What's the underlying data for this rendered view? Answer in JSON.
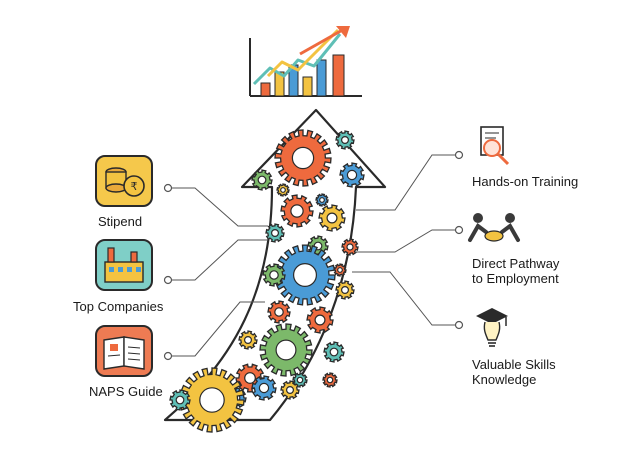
{
  "left_items": [
    {
      "label": "Stipend",
      "icon": "coin-stack-icon",
      "color": "#F5C84B"
    },
    {
      "label": "Top Companies",
      "icon": "factory-icon",
      "color": "#7FCFC7"
    },
    {
      "label": "NAPS Guide",
      "icon": "open-book-icon",
      "color": "#EE7B53"
    }
  ],
  "right_items": [
    {
      "label": "Hands-on Training",
      "icon": "magnifier-document-icon"
    },
    {
      "label": "Direct Pathway\nto Employment",
      "icon": "handshake-icon"
    },
    {
      "label": "Valuable Skills\nKnowledge",
      "icon": "graduation-lightbulb-icon"
    }
  ],
  "top_icon": "growth-chart-icon",
  "colors": {
    "orange": "#EE6A3E",
    "blue": "#4A9BD6",
    "yellow": "#F3C341",
    "green": "#7CB96A",
    "teal": "#5FBFB6",
    "outline": "#2A2A2A"
  }
}
